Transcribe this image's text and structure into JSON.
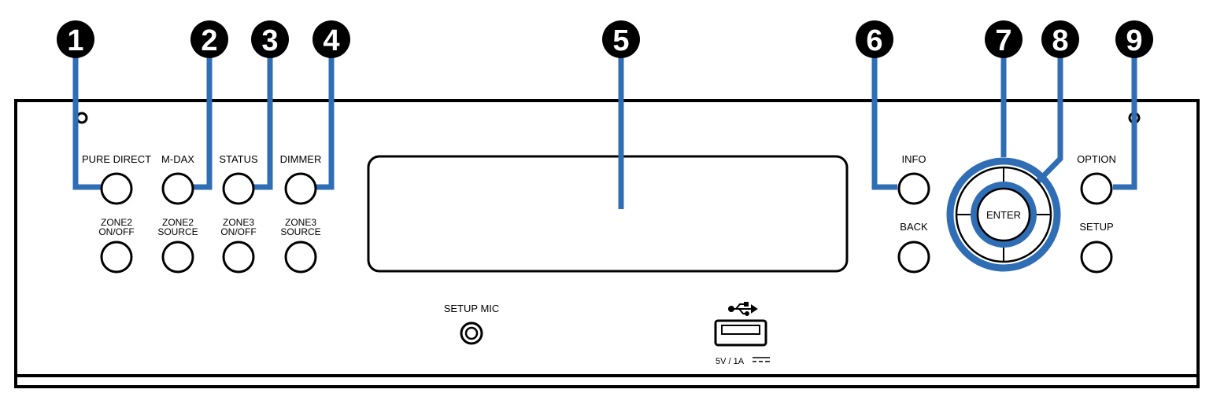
{
  "callouts": [
    "1",
    "2",
    "3",
    "4",
    "5",
    "6",
    "7",
    "8",
    "9"
  ],
  "buttons": {
    "pure_direct": "PURE DIRECT",
    "mdax": "M-DAX",
    "status": "STATUS",
    "dimmer": "DIMMER",
    "zone2_onoff": [
      "ZONE2",
      "ON/OFF"
    ],
    "zone2_source": [
      "ZONE2",
      "SOURCE"
    ],
    "zone3_onoff": [
      "ZONE3",
      "ON/OFF"
    ],
    "zone3_source": [
      "ZONE3",
      "SOURCE"
    ],
    "info": "INFO",
    "back": "BACK",
    "enter": "ENTER",
    "option": "OPTION",
    "setup": "SETUP"
  },
  "setup_mic": "SETUP MIC",
  "usb_rating": "5V / 1A",
  "colors": {
    "leader": "#2f6db5",
    "outline": "#000000",
    "callout": "#000000",
    "callout_text": "#ffffff"
  },
  "icons": [
    "usb-icon",
    "dc-symbol-icon"
  ]
}
